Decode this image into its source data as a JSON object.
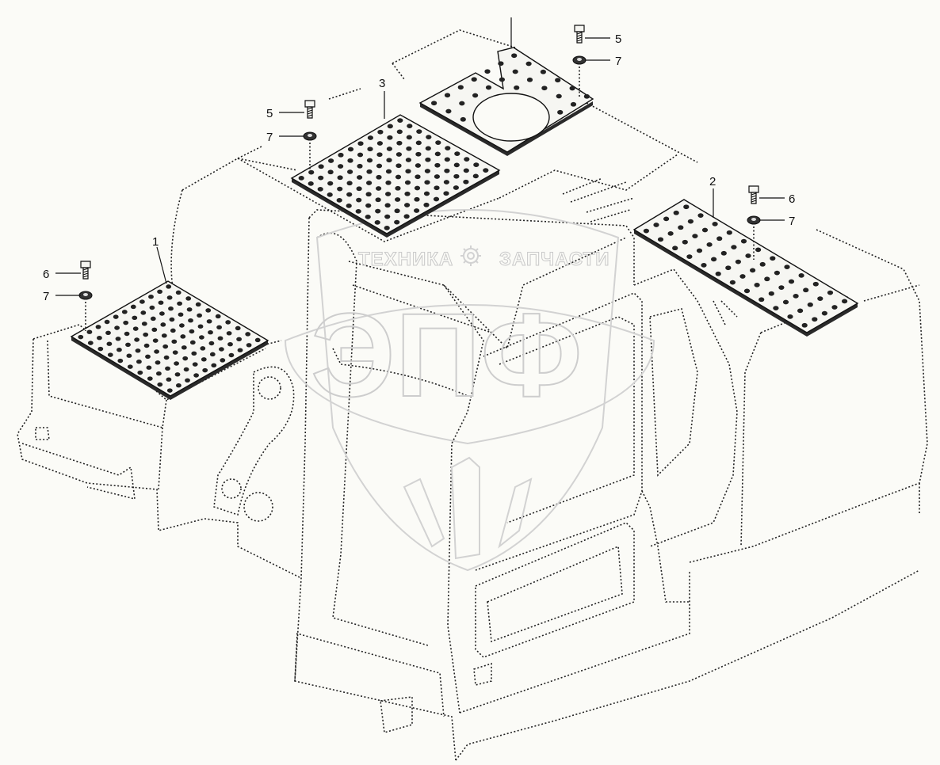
{
  "watermark": {
    "left_word": "ТЕХНИКА",
    "right_word": "ЗАПЧАСТИ",
    "emblem": "ЭПФ",
    "gear_icon": "gear-icon"
  },
  "callouts": {
    "part1": "1",
    "part2": "2",
    "part3": "3",
    "bolt5_left": "5",
    "washer7_left_top": "7",
    "bolt5_right": "5",
    "washer7_right_top": "7",
    "bolt6_left": "6",
    "washer7_left_bottom": "7",
    "bolt6_right": "6",
    "washer7_right_bottom": "7"
  }
}
